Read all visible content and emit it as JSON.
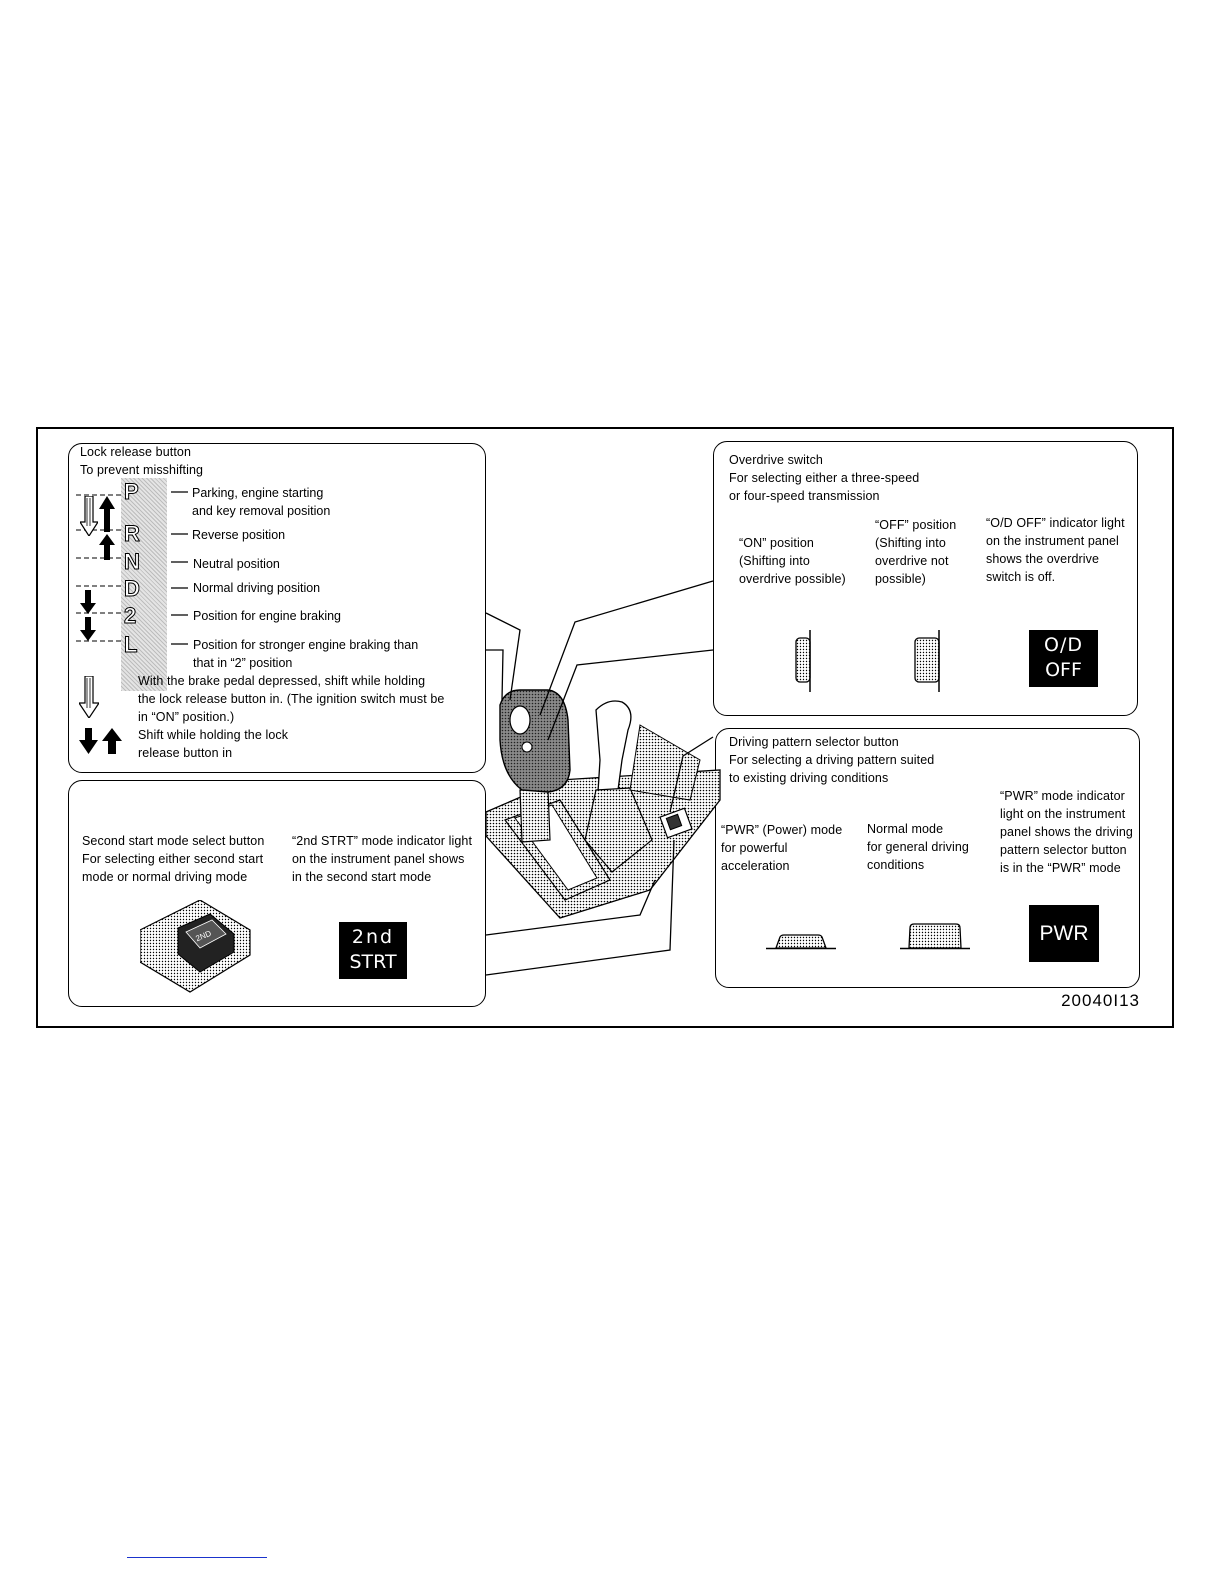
{
  "shift_panel": {
    "lock_title": "Lock release button",
    "lock_desc": "To prevent misshifting",
    "gears": [
      {
        "letter": "P",
        "desc": "Parking, engine starting\nand key removal position"
      },
      {
        "letter": "R",
        "desc": "Reverse position"
      },
      {
        "letter": "N",
        "desc": "Neutral position"
      },
      {
        "letter": "D",
        "desc": "Normal driving position"
      },
      {
        "letter": "2",
        "desc": "Position for engine braking"
      },
      {
        "letter": "L",
        "desc": "Position for stronger engine braking than\nthat in “2” position"
      }
    ],
    "legend_brake": "With the brake pedal depressed, shift while holding\nthe lock release button in. (The ignition switch must be\nin “ON” position.)",
    "legend_hold": "Shift while holding the lock\nrelease button in"
  },
  "second_start_panel": {
    "button_text": "Second start mode select button\nFor selecting either second start\nmode or normal driving mode",
    "indicator_text": "“2nd STRT” mode indicator light\non the instrument panel shows\nin the second start mode",
    "indicator_line1": "2nd",
    "indicator_line2": "STRT",
    "button_label": "2ND"
  },
  "overdrive_panel": {
    "title": "Overdrive switch",
    "desc": "For selecting either a three-speed\nor four-speed transmission",
    "on_text": "“ON” position\n(Shifting into\noverdrive possible)",
    "off_text": "“OFF” position\n(Shifting into\noverdrive not\npossible)",
    "light_text": "“O/D OFF” indicator light\non the instrument panel\nshows the overdrive\nswitch is off.",
    "indicator_line1": "O/D",
    "indicator_line2": "OFF"
  },
  "pattern_panel": {
    "title": "Driving pattern selector button",
    "desc": "For selecting a driving pattern suited\nto existing driving conditions",
    "pwr_text": "“PWR” (Power) mode\nfor powerful\nacceleration",
    "normal_text": "Normal mode\nfor general driving\nconditions",
    "light_text": "“PWR” mode indicator\nlight on the instrument\npanel shows the driving\npattern selector button\nis in the “PWR” mode",
    "indicator_label": "PWR"
  },
  "figure_id": "20040I13"
}
